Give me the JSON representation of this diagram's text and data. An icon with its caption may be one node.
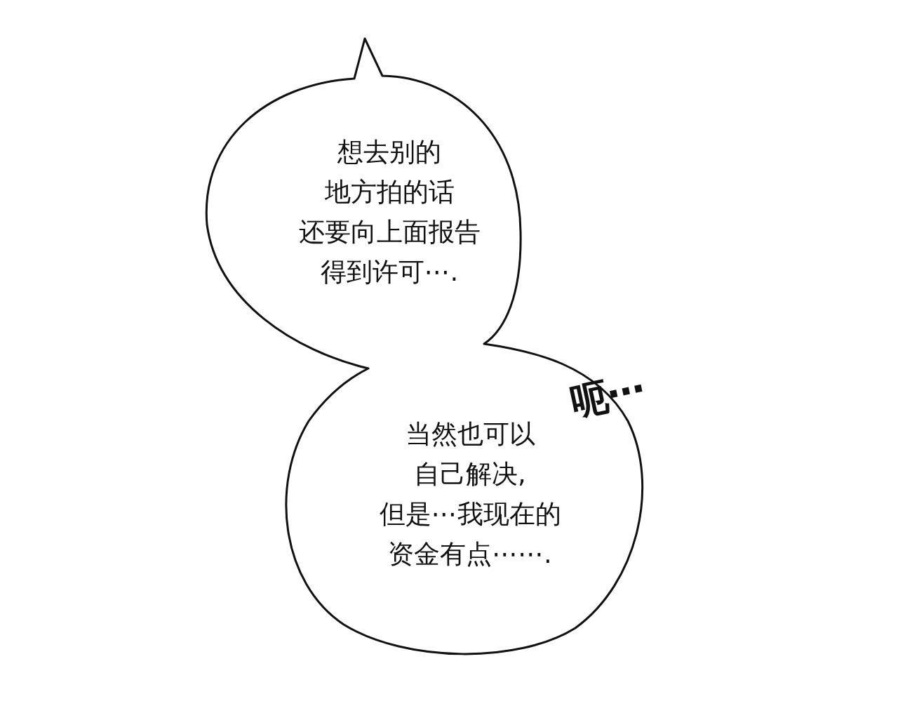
{
  "diagram": {
    "nodes": [
      {
        "text": [
          "想去别的地方拍的话还要向上面报告得到许可⋯.",
          "当然也可以自己解决,但是⋯我现在的资金有点⋯⋯."
        ]
      }
    ],
    "labels": [
      "呃⋯"
    ]
  }
}
